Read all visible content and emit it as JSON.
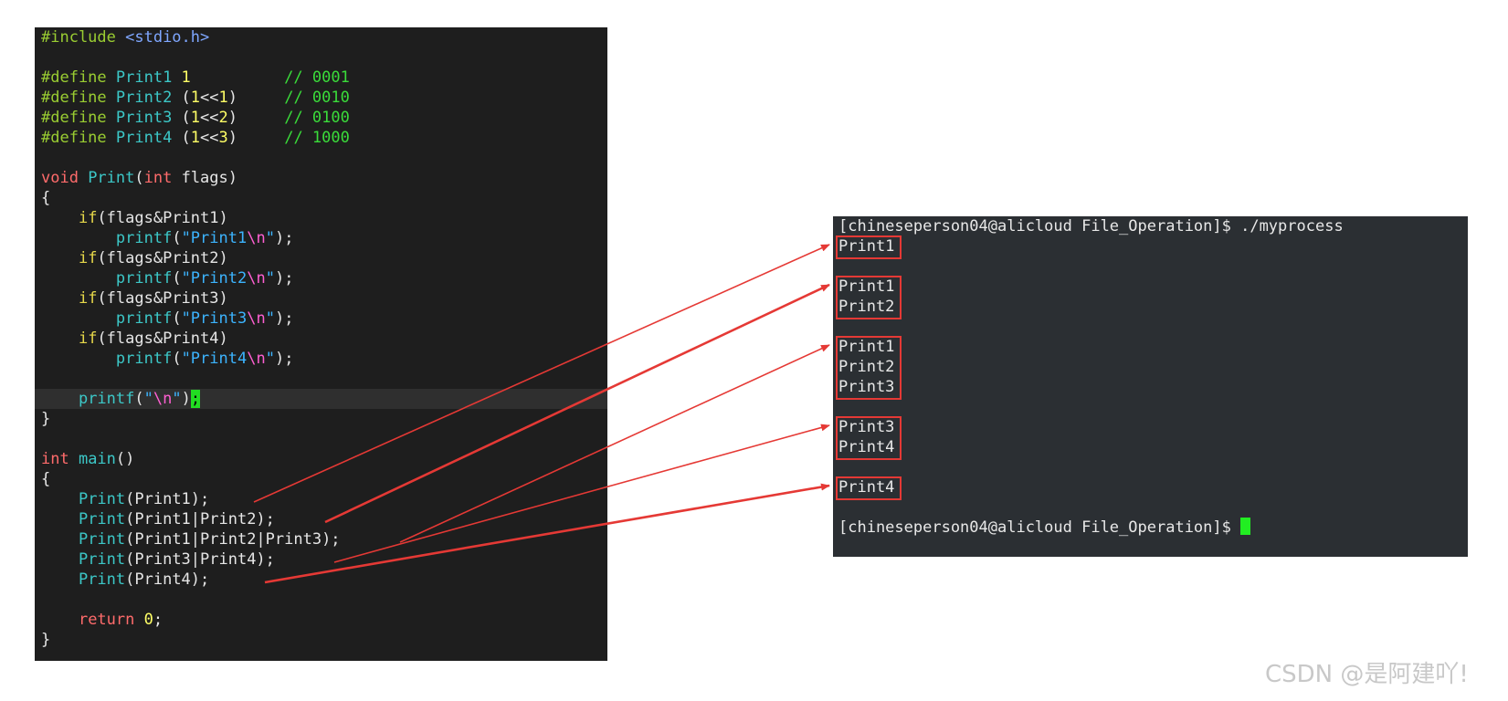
{
  "editor": {
    "lines": [
      [
        {
          "t": "#include ",
          "c": "pp"
        },
        {
          "t": "<stdio.h>",
          "c": "inc"
        }
      ],
      [],
      [
        {
          "t": "#define ",
          "c": "pp"
        },
        {
          "t": "Print1 ",
          "c": "mac"
        },
        {
          "t": "1",
          "c": "num"
        },
        {
          "t": "          ",
          "c": "txt"
        },
        {
          "t": "// 0001",
          "c": "cm"
        }
      ],
      [
        {
          "t": "#define ",
          "c": "pp"
        },
        {
          "t": "Print2 ",
          "c": "mac"
        },
        {
          "t": "(",
          "c": "txt"
        },
        {
          "t": "1",
          "c": "num"
        },
        {
          "t": "<<",
          "c": "txt"
        },
        {
          "t": "1",
          "c": "num"
        },
        {
          "t": ")",
          "c": "txt"
        },
        {
          "t": "     ",
          "c": "txt"
        },
        {
          "t": "// 0010",
          "c": "cm"
        }
      ],
      [
        {
          "t": "#define ",
          "c": "pp"
        },
        {
          "t": "Print3 ",
          "c": "mac"
        },
        {
          "t": "(",
          "c": "txt"
        },
        {
          "t": "1",
          "c": "num"
        },
        {
          "t": "<<",
          "c": "txt"
        },
        {
          "t": "2",
          "c": "num"
        },
        {
          "t": ")",
          "c": "txt"
        },
        {
          "t": "     ",
          "c": "txt"
        },
        {
          "t": "// 0100",
          "c": "cm"
        }
      ],
      [
        {
          "t": "#define ",
          "c": "pp"
        },
        {
          "t": "Print4 ",
          "c": "mac"
        },
        {
          "t": "(",
          "c": "txt"
        },
        {
          "t": "1",
          "c": "num"
        },
        {
          "t": "<<",
          "c": "txt"
        },
        {
          "t": "3",
          "c": "num"
        },
        {
          "t": ")",
          "c": "txt"
        },
        {
          "t": "     ",
          "c": "txt"
        },
        {
          "t": "// 1000",
          "c": "cm"
        }
      ],
      [],
      [
        {
          "t": "void ",
          "c": "kw"
        },
        {
          "t": "Print",
          "c": "fn"
        },
        {
          "t": "(",
          "c": "txt"
        },
        {
          "t": "int ",
          "c": "kw"
        },
        {
          "t": "flags)",
          "c": "txt"
        }
      ],
      [
        {
          "t": "{",
          "c": "txt"
        }
      ],
      [
        {
          "t": "    ",
          "c": "txt"
        },
        {
          "t": "if",
          "c": "ctl"
        },
        {
          "t": "(flags&Print1)",
          "c": "txt"
        }
      ],
      [
        {
          "t": "        ",
          "c": "txt"
        },
        {
          "t": "printf",
          "c": "fn"
        },
        {
          "t": "(",
          "c": "txt"
        },
        {
          "t": "\"Print1",
          "c": "str"
        },
        {
          "t": "\\n",
          "c": "esc"
        },
        {
          "t": "\"",
          "c": "str"
        },
        {
          "t": ");",
          "c": "txt"
        }
      ],
      [
        {
          "t": "    ",
          "c": "txt"
        },
        {
          "t": "if",
          "c": "ctl"
        },
        {
          "t": "(flags&Print2)",
          "c": "txt"
        }
      ],
      [
        {
          "t": "        ",
          "c": "txt"
        },
        {
          "t": "printf",
          "c": "fn"
        },
        {
          "t": "(",
          "c": "txt"
        },
        {
          "t": "\"Print2",
          "c": "str"
        },
        {
          "t": "\\n",
          "c": "esc"
        },
        {
          "t": "\"",
          "c": "str"
        },
        {
          "t": ");",
          "c": "txt"
        }
      ],
      [
        {
          "t": "    ",
          "c": "txt"
        },
        {
          "t": "if",
          "c": "ctl"
        },
        {
          "t": "(flags&Print3)",
          "c": "txt"
        }
      ],
      [
        {
          "t": "        ",
          "c": "txt"
        },
        {
          "t": "printf",
          "c": "fn"
        },
        {
          "t": "(",
          "c": "txt"
        },
        {
          "t": "\"Print3",
          "c": "str"
        },
        {
          "t": "\\n",
          "c": "esc"
        },
        {
          "t": "\"",
          "c": "str"
        },
        {
          "t": ");",
          "c": "txt"
        }
      ],
      [
        {
          "t": "    ",
          "c": "txt"
        },
        {
          "t": "if",
          "c": "ctl"
        },
        {
          "t": "(flags&Print4)",
          "c": "txt"
        }
      ],
      [
        {
          "t": "        ",
          "c": "txt"
        },
        {
          "t": "printf",
          "c": "fn"
        },
        {
          "t": "(",
          "c": "txt"
        },
        {
          "t": "\"Print4",
          "c": "str"
        },
        {
          "t": "\\n",
          "c": "esc"
        },
        {
          "t": "\"",
          "c": "str"
        },
        {
          "t": ");",
          "c": "txt"
        }
      ],
      [],
      [
        {
          "t": "    ",
          "c": "txt"
        },
        {
          "t": "printf",
          "c": "fn"
        },
        {
          "t": "(",
          "c": "txt"
        },
        {
          "t": "\"",
          "c": "str"
        },
        {
          "t": "\\n",
          "c": "esc"
        },
        {
          "t": "\"",
          "c": "str"
        },
        {
          "t": ")",
          "c": "txt"
        },
        {
          "t": ";",
          "c": "cursor"
        }
      ],
      [
        {
          "t": "}",
          "c": "txt"
        }
      ],
      [],
      [
        {
          "t": "int ",
          "c": "kw"
        },
        {
          "t": "main",
          "c": "fn"
        },
        {
          "t": "()",
          "c": "txt"
        }
      ],
      [
        {
          "t": "{",
          "c": "txt"
        }
      ],
      [
        {
          "t": "    ",
          "c": "txt"
        },
        {
          "t": "Print",
          "c": "fn"
        },
        {
          "t": "(Print1);",
          "c": "txt"
        }
      ],
      [
        {
          "t": "    ",
          "c": "txt"
        },
        {
          "t": "Print",
          "c": "fn"
        },
        {
          "t": "(Print1|Print2);",
          "c": "txt"
        }
      ],
      [
        {
          "t": "    ",
          "c": "txt"
        },
        {
          "t": "Print",
          "c": "fn"
        },
        {
          "t": "(Print1|Print2|Print3);",
          "c": "txt"
        }
      ],
      [
        {
          "t": "    ",
          "c": "txt"
        },
        {
          "t": "Print",
          "c": "fn"
        },
        {
          "t": "(Print3|Print4);",
          "c": "txt"
        }
      ],
      [
        {
          "t": "    ",
          "c": "txt"
        },
        {
          "t": "Print",
          "c": "fn"
        },
        {
          "t": "(Print4);",
          "c": "txt"
        }
      ],
      [],
      [
        {
          "t": "    ",
          "c": "txt"
        },
        {
          "t": "return ",
          "c": "kw"
        },
        {
          "t": "0",
          "c": "num"
        },
        {
          "t": ";",
          "c": "txt"
        }
      ],
      [
        {
          "t": "}",
          "c": "txt"
        }
      ]
    ],
    "current_line": 18
  },
  "terminal": {
    "lines": [
      "[chineseperson04@alicloud File_Operation]$ ./myprocess",
      "Print1",
      "",
      "Print1",
      "Print2",
      "",
      "Print1",
      "Print2",
      "Print3",
      "",
      "Print3",
      "Print4",
      "",
      "Print4",
      "",
      "[chineseperson04@alicloud File_Operation]$ "
    ],
    "boxes": [
      [
        1,
        1
      ],
      [
        3,
        4
      ],
      [
        6,
        8
      ],
      [
        10,
        11
      ],
      [
        13,
        13
      ]
    ],
    "cursor_line": 15
  },
  "arrows": [
    {
      "from_code_line": 23,
      "to_box": 0
    },
    {
      "from_code_line": 24,
      "to_box": 1
    },
    {
      "from_code_line": 25,
      "to_box": 2
    },
    {
      "from_code_line": 26,
      "to_box": 3
    },
    {
      "from_code_line": 27,
      "to_box": 4
    }
  ],
  "colors": {
    "arrow": "#e53935",
    "box": "#e53935",
    "cursor": "#22ee22"
  },
  "watermark": "CSDN @是阿建吖!"
}
